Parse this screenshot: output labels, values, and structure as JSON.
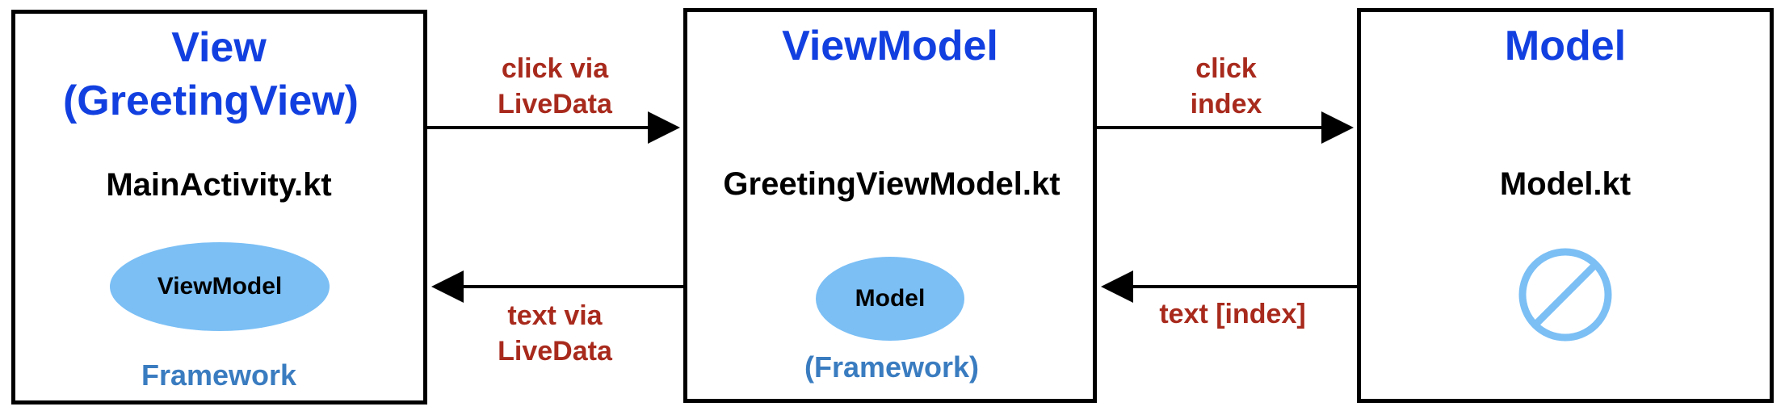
{
  "view": {
    "title": "View",
    "subtitle": "(GreetingView)",
    "file": "MainActivity.kt",
    "ellipse_label": "ViewModel",
    "framework": "Framework"
  },
  "viewmodel": {
    "title": "ViewModel",
    "file": "GreetingViewModel.kt",
    "ellipse_label": "Model",
    "framework": "(Framework)"
  },
  "model": {
    "title": "Model",
    "file": "Model.kt",
    "icon": "no-framework-icon"
  },
  "arrows": {
    "view_to_vm_line1": "click via",
    "view_to_vm_line2": "LiveData",
    "vm_to_view_line1": "text via",
    "vm_to_view_line2": "LiveData",
    "vm_to_model_line1": "click",
    "vm_to_model_line2": "index",
    "model_to_vm": "text [index]"
  },
  "colors": {
    "title": "#1240e0",
    "arrow_label": "#a82a1d",
    "framework": "#3a7cc0",
    "ellipse": "#7bbff5",
    "icon": "#7bbff5"
  }
}
